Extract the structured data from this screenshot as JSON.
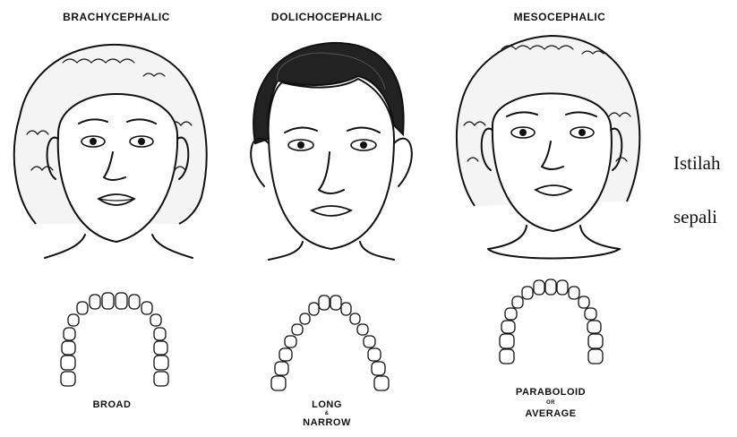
{
  "types": [
    {
      "title": "BRACHYCEPHALIC",
      "arch_label_1": "BROAD",
      "arch_label_mid": "",
      "arch_label_2": ""
    },
    {
      "title": "DOLICHOCEPHALIC",
      "arch_label_1": "LONG",
      "arch_label_mid": "&",
      "arch_label_2": "NARROW"
    },
    {
      "title": "MESOCEPHALIC",
      "arch_label_1": "PARABOLOID",
      "arch_label_mid": "OR",
      "arch_label_2": "AVERAGE"
    }
  ],
  "side_text": {
    "line1": "Istilah",
    "line2": "sepali"
  }
}
